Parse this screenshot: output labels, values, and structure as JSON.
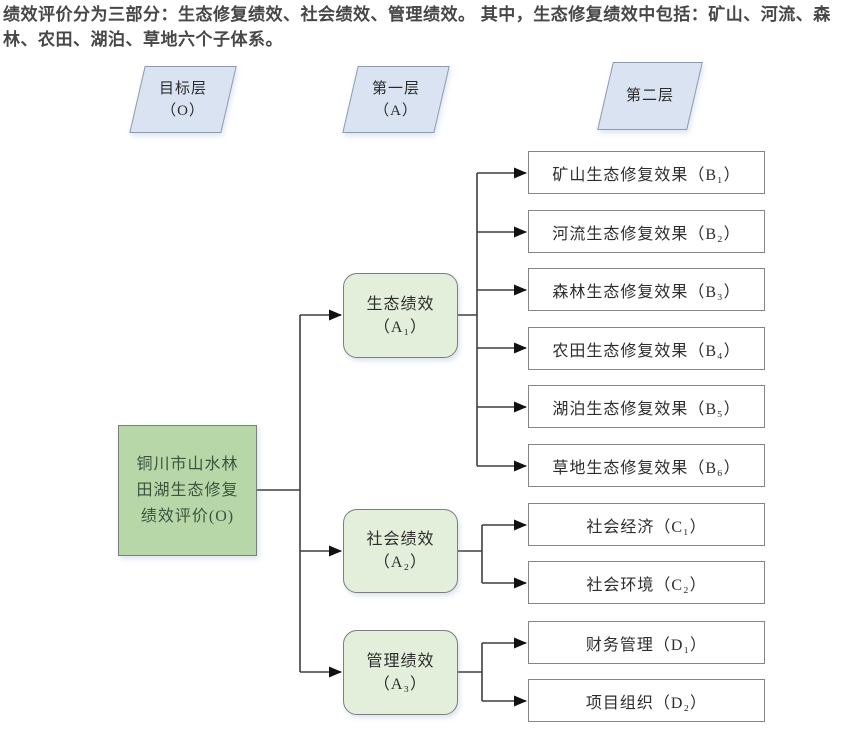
{
  "intro": {
    "text": "绩效评价分为三部分：生态修复绩效、社会绩效、管理绩效。 其中，生态修复绩效中包括：矿山、河流、森林、农田、湖泊、草地六个子体系。"
  },
  "layer_tags": [
    {
      "title": "目标层",
      "code": "（O）"
    },
    {
      "title": "第一层",
      "code": "（A）"
    },
    {
      "title": "第二层",
      "code": ""
    }
  ],
  "root": {
    "lines": [
      "铜川市山水林",
      "田湖生态修复",
      "绩效评价(O)"
    ]
  },
  "branches": [
    {
      "title": "生态绩效",
      "code": "（A₁）"
    },
    {
      "title": "社会绩效",
      "code": "（A₂）"
    },
    {
      "title": "管理绩效",
      "code": "（A₃）"
    }
  ],
  "leaves": [
    {
      "label": "矿山生态修复效果（B₁）"
    },
    {
      "label": "河流生态修复效果（B₂）"
    },
    {
      "label": "森林生态修复效果（B₃）"
    },
    {
      "label": "农田生态修复效果（B₄）"
    },
    {
      "label": "湖泊生态修复效果（B₅）"
    },
    {
      "label": "草地生态修复效果（B₆）"
    },
    {
      "label": "社会经济（C₁）"
    },
    {
      "label": "社会环境（C₂）"
    },
    {
      "label": "财务管理（D₁）"
    },
    {
      "label": "项目组织（D₂）"
    }
  ],
  "colors": {
    "layer_fill": "#dae3f1",
    "root_fill": "#b7d7a8",
    "branch_fill": "#e3efda",
    "leaf_fill": "#ffffff",
    "border": "#7d7d7d",
    "line": "#3f3f3f",
    "arrow": "#111111"
  }
}
